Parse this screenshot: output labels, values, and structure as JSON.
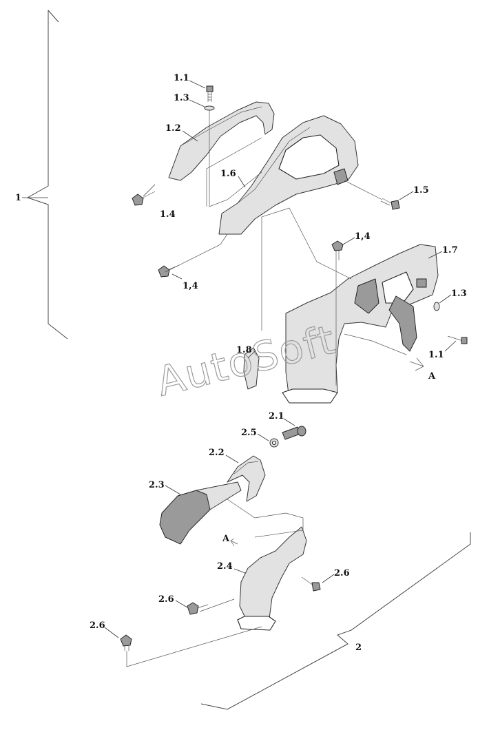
{
  "watermark": "AutoSoft",
  "groups": [
    {
      "id": "1",
      "label": "1"
    },
    {
      "id": "2",
      "label": "2"
    }
  ],
  "callouts": {
    "c1_1a": "1.1",
    "c1_3a": "1.3",
    "c1_2": "1.2",
    "c1_4a": "1.4",
    "c1_6": "1.6",
    "c1_5": "1.5",
    "c1_4b": "1,4",
    "c1_4c": "1,4",
    "c1_7": "1.7",
    "c1_3b": "1.3",
    "c1_1b": "1.1",
    "c1_8": "1.8",
    "cA1": "A",
    "c2_1": "2.1",
    "c2_5": "2.5",
    "c2_2": "2.2",
    "c2_3": "2.3",
    "cA2": "A",
    "c2_4": "2.4",
    "c2_6a": "2.6",
    "c2_6b": "2.6",
    "c2_6c": "2.6"
  }
}
